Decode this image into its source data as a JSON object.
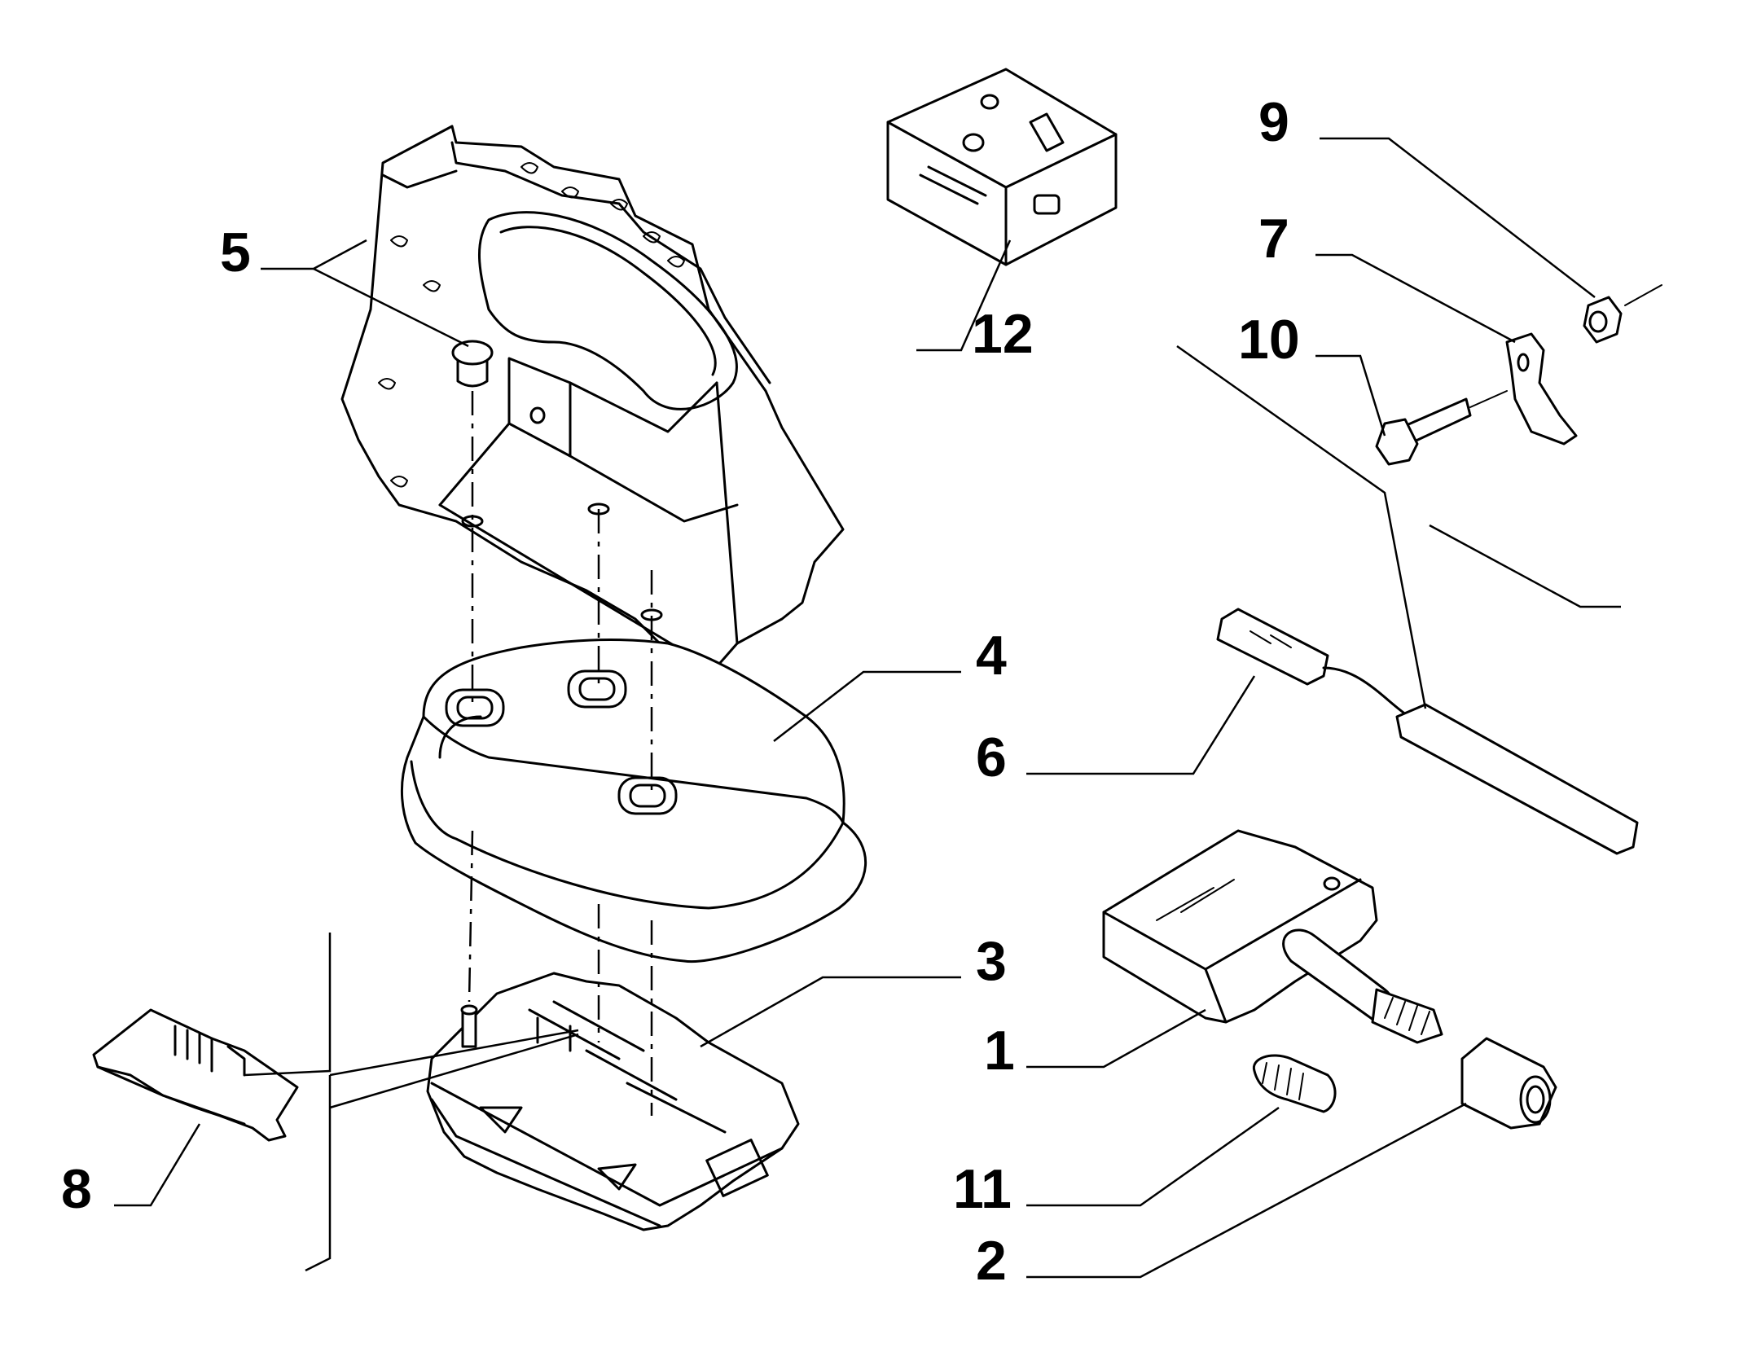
{
  "callouts": [
    {
      "id": "1",
      "label": "1"
    },
    {
      "id": "2",
      "label": "2"
    },
    {
      "id": "3",
      "label": "3"
    },
    {
      "id": "4",
      "label": "4"
    },
    {
      "id": "5",
      "label": "5"
    },
    {
      "id": "6",
      "label": "6"
    },
    {
      "id": "7",
      "label": "7"
    },
    {
      "id": "8",
      "label": "8"
    },
    {
      "id": "9",
      "label": "9"
    },
    {
      "id": "10",
      "label": "10"
    },
    {
      "id": "11",
      "label": "11"
    },
    {
      "id": "12",
      "label": "12"
    }
  ],
  "parts": {
    "p1": "tpms-sensor",
    "p2": "valve-cap",
    "p3": "control-unit",
    "p4": "control-unit-cover",
    "p5": "mounting-bracket-with-pin",
    "p6": "antenna-cable",
    "p7": "p-clip",
    "p8": "connector-clip",
    "p9": "nut",
    "p10": "bolt",
    "p11": "valve-core",
    "p12": "valve-kit-box"
  }
}
